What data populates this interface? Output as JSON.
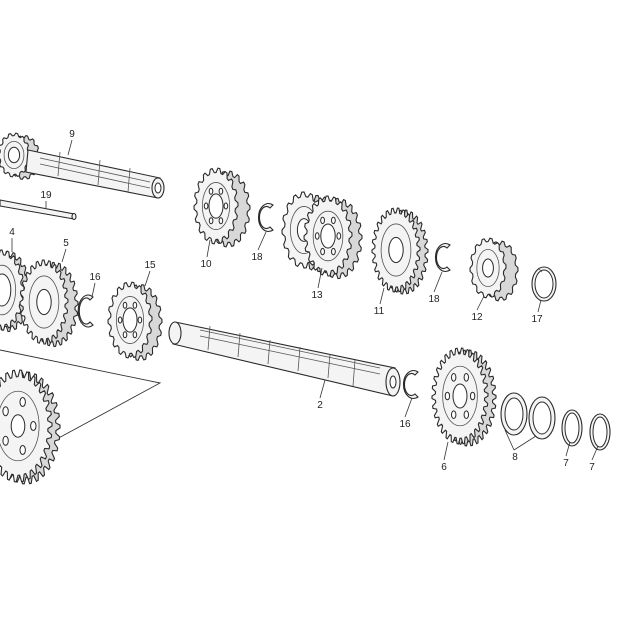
{
  "callouts": {
    "c9": "9",
    "c19": "19",
    "c4": "4",
    "c5": "5",
    "c16a": "16",
    "c15": "15",
    "c10": "10",
    "c18a": "18",
    "c13": "13",
    "c11": "11",
    "c18b": "18",
    "c12": "12",
    "c17": "17",
    "c2": "2",
    "c16b": "16",
    "c6": "6",
    "c8": "8",
    "c7a": "7",
    "c7b": "7"
  },
  "colors": {
    "line": "#2a2a2a",
    "fill": "#f4f4f4",
    "shade": "#d8d8d8",
    "background": "#ffffff"
  }
}
